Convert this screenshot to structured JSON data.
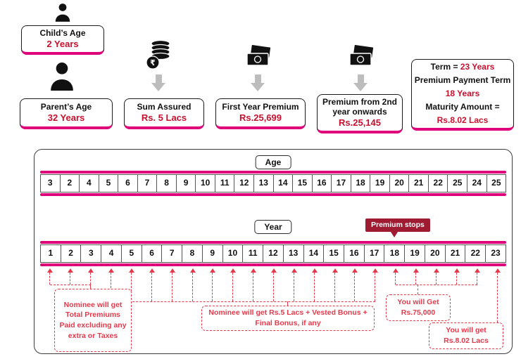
{
  "colors": {
    "magenta": "#e0007a",
    "value_red": "#c8102e",
    "callout_red": "#e5394b",
    "badge_red": "#9e1b32",
    "arrow_gray": "#bdbdbd"
  },
  "icons": {
    "child": "person-icon",
    "parent": "person-icon",
    "sum_assured": "coin-stack-rupee-icon",
    "premium": "banknotes-icon",
    "flow": "down-arrow-icon",
    "rupee_symbol": "₹"
  },
  "top": {
    "child": {
      "label": "Child’s Age",
      "value": "2 Years"
    },
    "parent": {
      "label": "Parent’s Age",
      "value": "32 Years"
    },
    "sum_assured": {
      "label": "Sum Assured",
      "value": "Rs. 5 Lacs"
    },
    "first_year_premium": {
      "label": "First Year Premium",
      "value": "Rs.25,699"
    },
    "premium_2nd": {
      "label": "Premium from 2nd year onwards",
      "value": "Rs.25,145"
    },
    "term_box": {
      "term_label": "Term = ",
      "term_value": "23 Years",
      "ppt_label": "Premium Payment Term",
      "ppt_value": "18 Years",
      "maturity_label": "Maturity Amount =",
      "maturity_value": "Rs.8.02 Lacs"
    }
  },
  "timeline": {
    "age_label": "Age",
    "age_cells": [
      "3",
      "2",
      "4",
      "5",
      "6",
      "7",
      "8",
      "9",
      "10",
      "11",
      "12",
      "13",
      "14",
      "15",
      "16",
      "17",
      "18",
      "19",
      "20",
      "21",
      "22",
      "25",
      "24",
      "25"
    ],
    "year_label": "Year",
    "year_cells": [
      "1",
      "2",
      "3",
      "4",
      "5",
      "6",
      "7",
      "8",
      "9",
      "10",
      "11",
      "12",
      "13",
      "14",
      "15",
      "16",
      "17",
      "18",
      "19",
      "20",
      "21",
      "22",
      "23"
    ],
    "premium_stops": "Premium stops"
  },
  "callouts": {
    "nominee_premiums": "Nominee will get Total Premiums Paid excluding any extra or Taxes",
    "nominee_sa": "Nominee will get Rs.5 Lacs + Vested Bonus + Final Bonus, if any",
    "you_get_75000": "You will Get Rs.75,000",
    "you_get_maturity": "You will get Rs.8.02 Lacs"
  }
}
